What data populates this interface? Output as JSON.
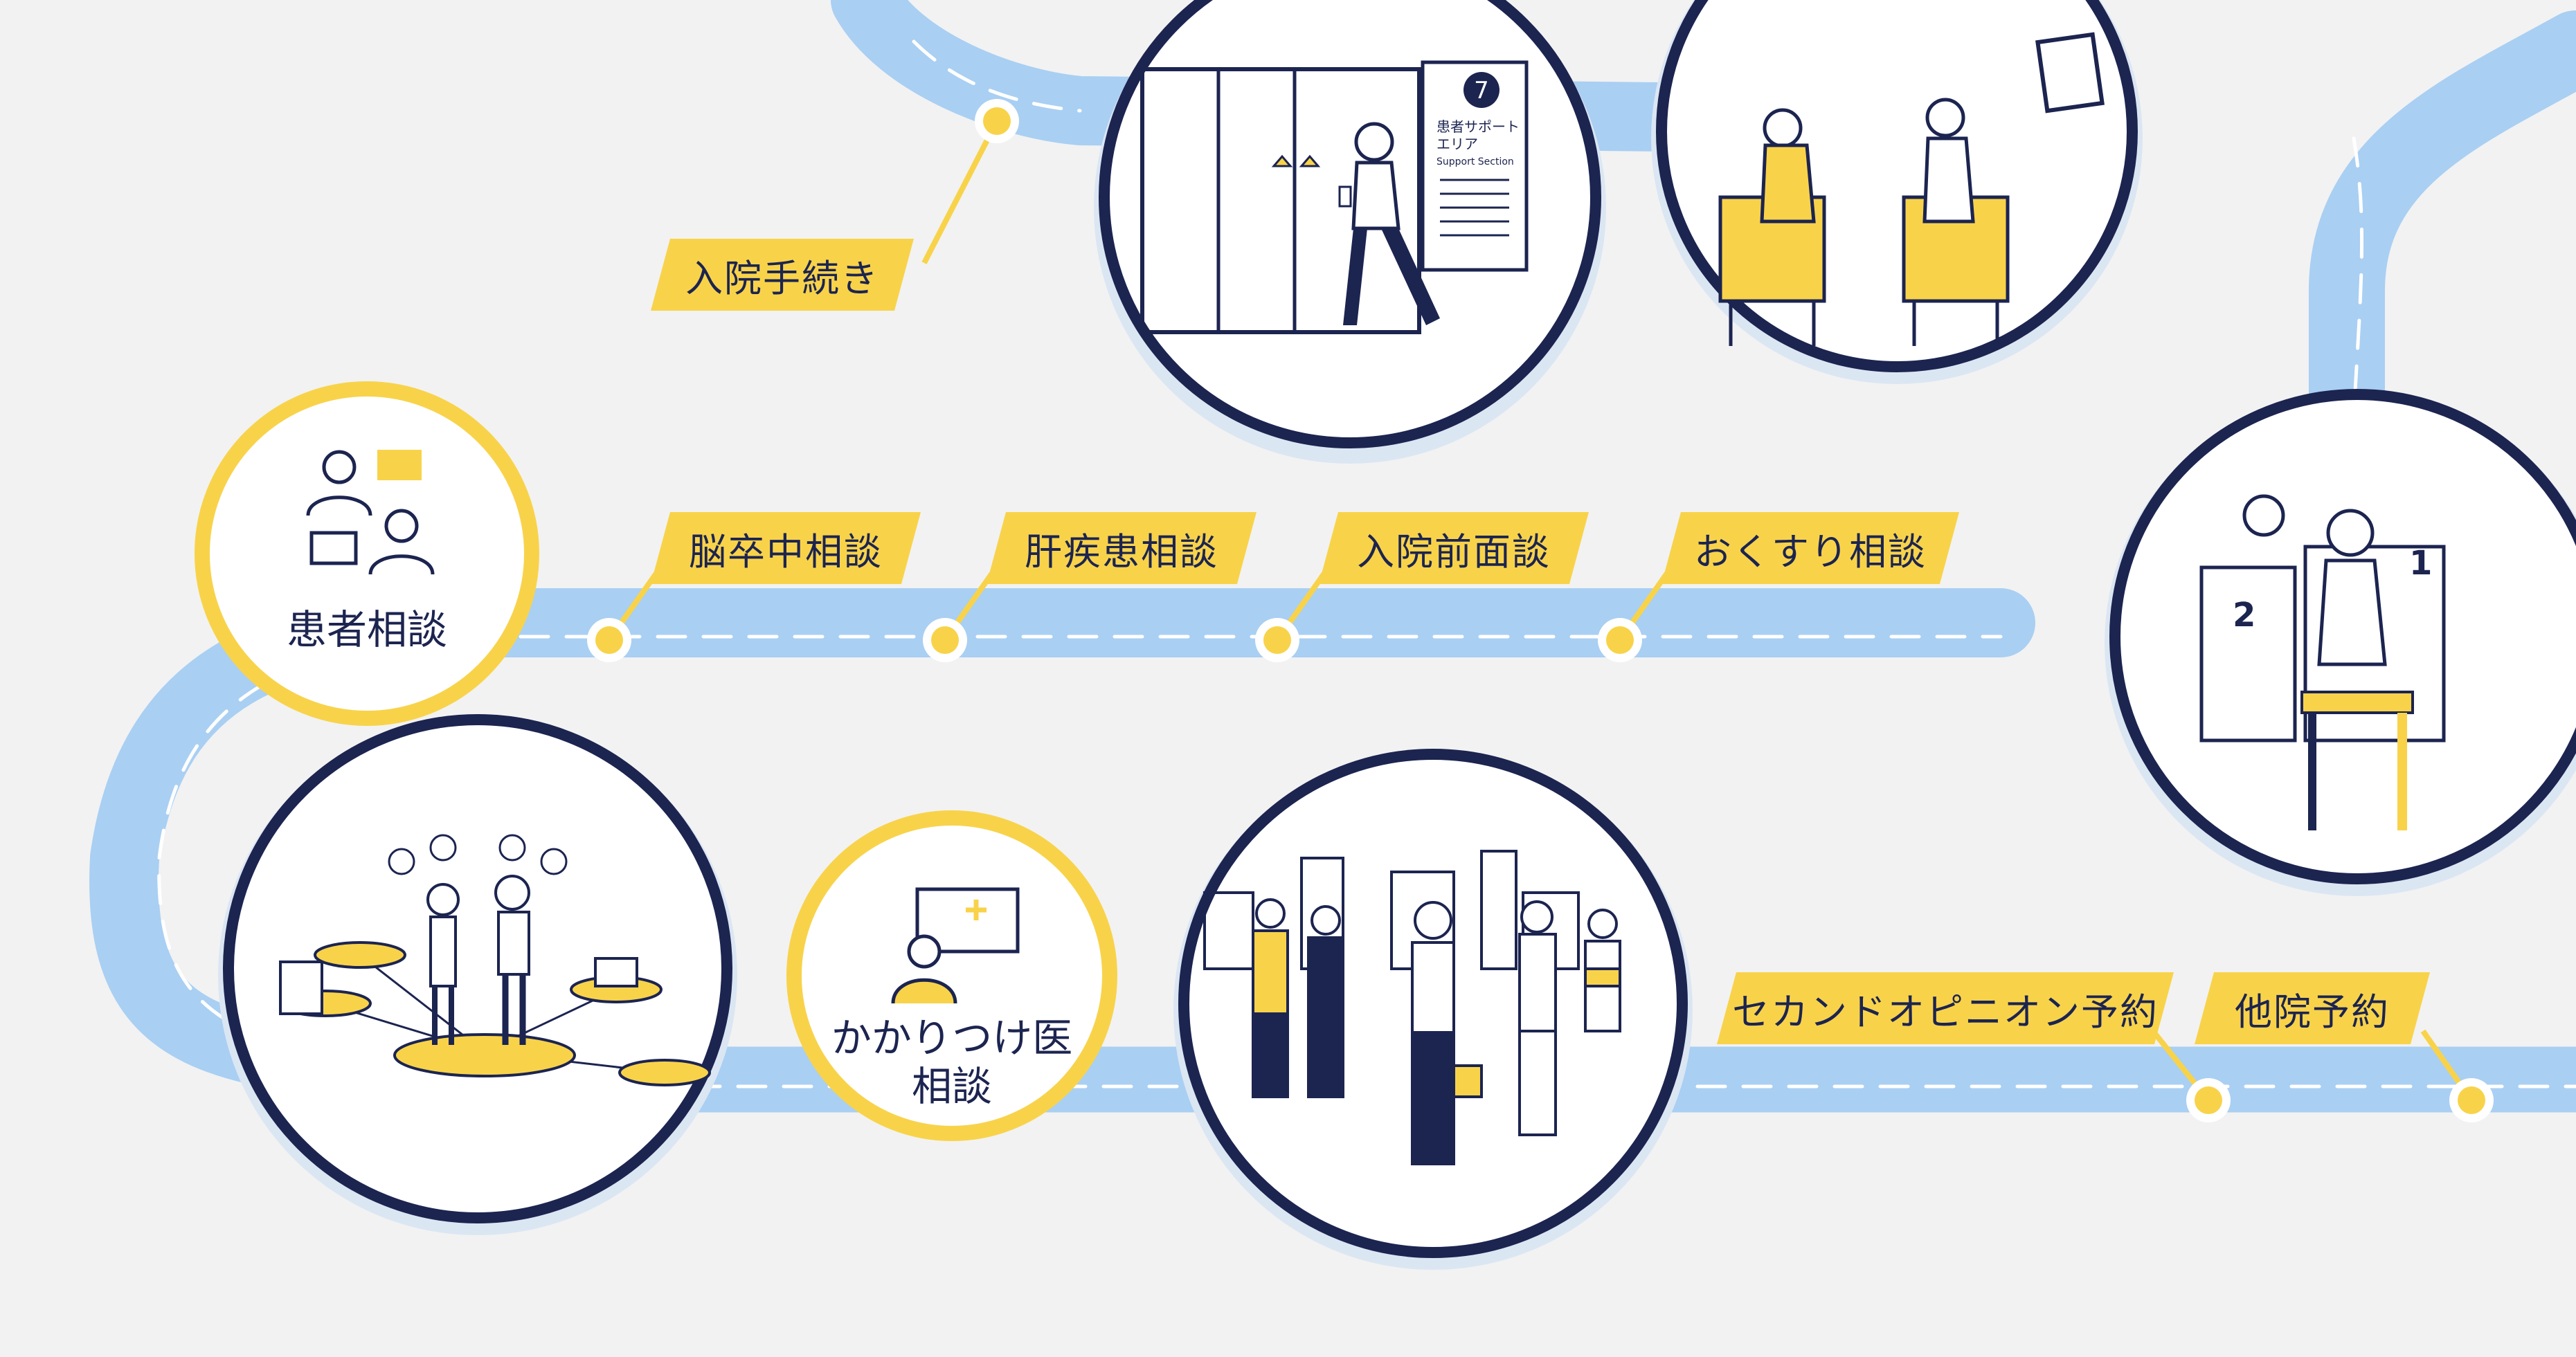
{
  "stations": {
    "admission_procedure": "入院手続き",
    "stroke_consult": "脳卒中相談",
    "liver_consult": "肝疾患相談",
    "pre_admission_interview": "入院前面談",
    "medicine_consult": "おくすり相談",
    "second_opinion": "セカンドオピニオン予約",
    "other_hospital": "他院予約"
  },
  "badges": {
    "patient_consult": "患者相談",
    "family_doctor_line1": "かかりつけ医",
    "family_doctor_line2": "相談"
  },
  "illustrations": {
    "door_sign_number": "7",
    "door_sign_title": "患者サポート",
    "door_sign_sub": "エリア",
    "door_sign_en": "Support Section",
    "booth_1": "1",
    "booth_2": "2"
  },
  "colors": {
    "road": "#a9cff3",
    "road_edge": "#8fc0ee",
    "accent_yellow": "#f8d34a",
    "navy": "#1c2450",
    "background": "#f2f2f2"
  }
}
